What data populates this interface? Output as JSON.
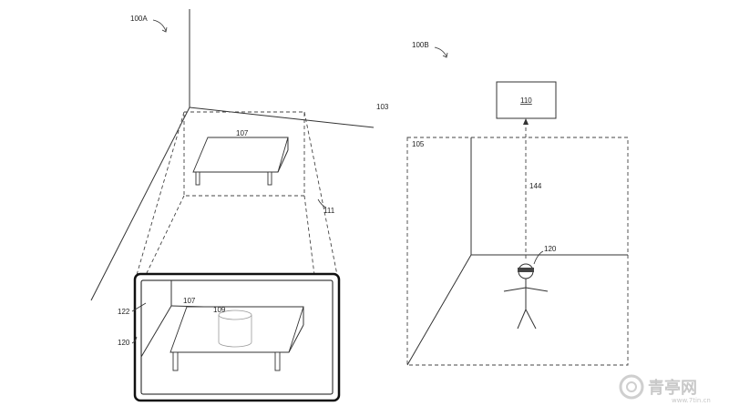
{
  "figure_a": {
    "title": "100A",
    "label_room": "103",
    "label_table_top": "107",
    "label_projection": "111",
    "label_display_frame": "122",
    "label_device": "120",
    "label_table_screen": "107",
    "label_object": "109"
  },
  "figure_b": {
    "title": "100B",
    "label_box": "110",
    "label_room": "105",
    "label_link": "144",
    "label_user": "120"
  },
  "watermark": {
    "text": "青亭网",
    "subtext": "www.7tin.cn"
  }
}
